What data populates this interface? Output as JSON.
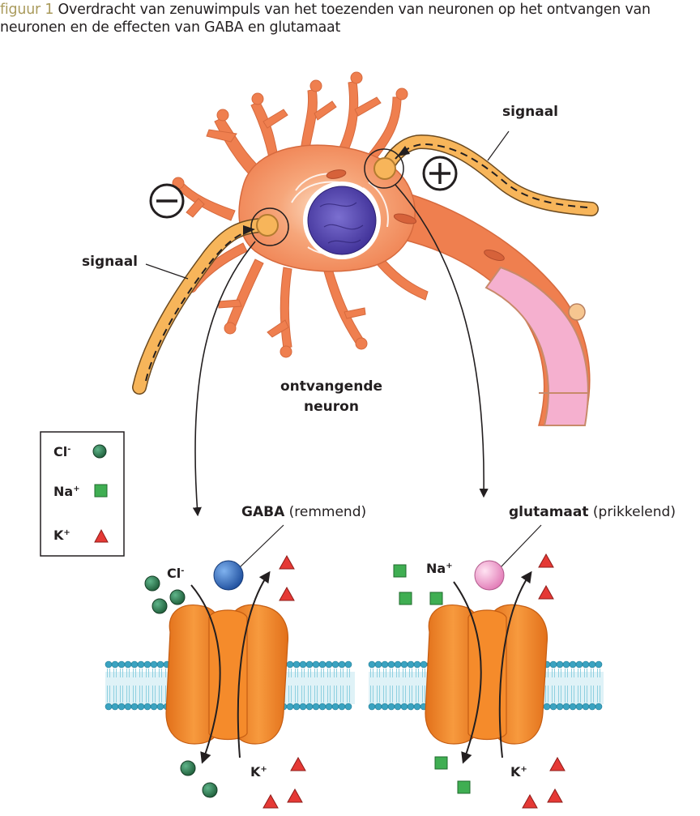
{
  "caption": {
    "figure_label": "figuur 1",
    "text": "Overdracht van zenuwimpuls van het toezenden van neuronen op het ontvangen van neuronen en de effecten van GABA en glutamaat"
  },
  "labels": {
    "signal_left": "signaal",
    "signal_right": "signaal",
    "minus_sign": "−",
    "plus_sign": "+",
    "receiving_neuron_line1": "ontvangende",
    "receiving_neuron_line2": "neuron"
  },
  "legend": {
    "items": [
      {
        "ion": "Cl",
        "charge": "-",
        "shape": "circle",
        "color": "#2e7d4f"
      },
      {
        "ion": "Na",
        "charge": "+",
        "shape": "square",
        "color": "#3fae52"
      },
      {
        "ion": "K",
        "charge": "+",
        "shape": "triangle",
        "color": "#e53935"
      }
    ]
  },
  "gaba_panel": {
    "title_bold": "GABA",
    "title_rest": "(remmend)",
    "ball_color": "#2f6fc2",
    "top_ion_label": "Cl",
    "top_ion_charge": "-",
    "bottom_ion_label": "K",
    "bottom_ion_charge": "+"
  },
  "glutamate_panel": {
    "title_bold": "glutamaat",
    "title_rest": "(prikkelend)",
    "ball_color": "#f3a6d2",
    "top_ion_label": "Na",
    "top_ion_charge": "+",
    "bottom_ion_label": "K",
    "bottom_ion_charge": "+"
  },
  "colors": {
    "neuron": "#f08a5a",
    "nucleus": "#5a4bb0",
    "axon_fill": "#f7b55a",
    "channel": "#f28a2e",
    "membrane_head": "#3aa3c1",
    "myelin": "#f5b0cf"
  }
}
